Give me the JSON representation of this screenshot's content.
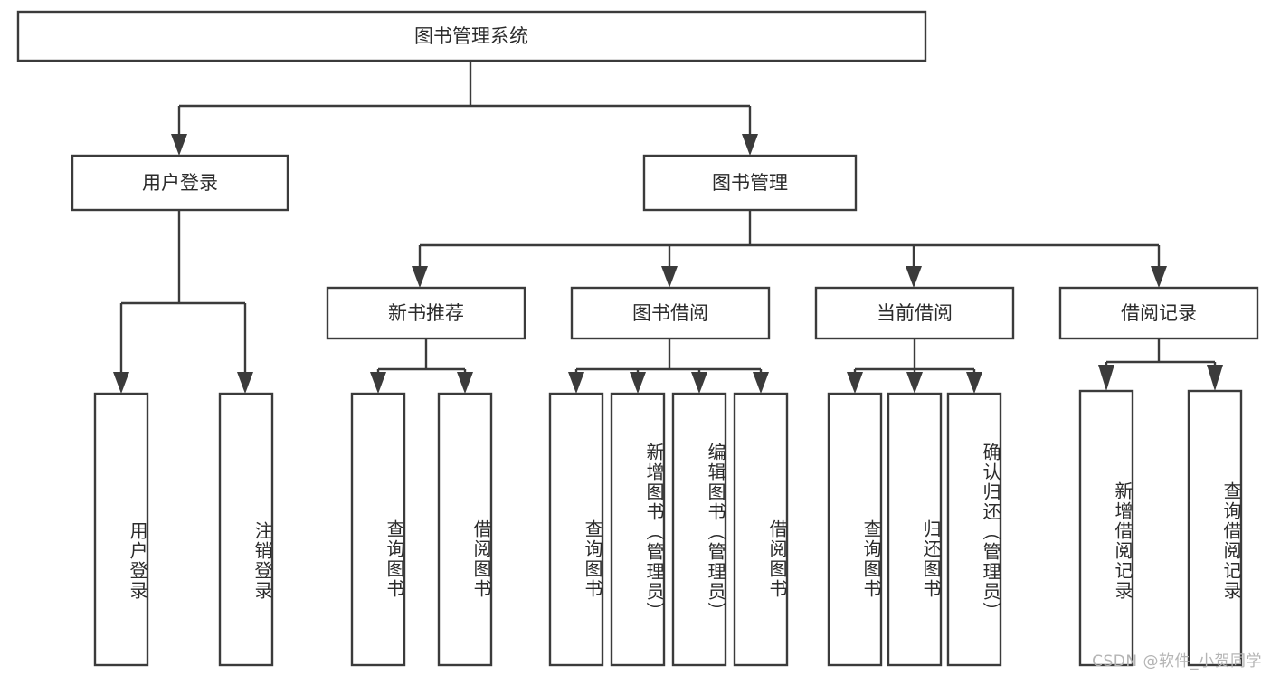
{
  "diagram": {
    "title": "图书管理系统",
    "type": "functional-structure-tree",
    "colors": {
      "stroke": "#3b3b3b",
      "fill": "#ffffff",
      "text": "#2b2b2b",
      "watermark": "#b4b4b4",
      "background": "#ffffff"
    },
    "root": {
      "id": "root",
      "label": "图书管理系统",
      "orientation": "horizontal"
    },
    "level2": [
      {
        "id": "user-login",
        "label": "用户登录",
        "orientation": "horizontal"
      },
      {
        "id": "book-manage",
        "label": "图书管理",
        "orientation": "horizontal"
      }
    ],
    "level3": [
      {
        "id": "new-book-recommend",
        "label": "新书推荐",
        "orientation": "horizontal"
      },
      {
        "id": "book-borrow",
        "label": "图书借阅",
        "orientation": "horizontal"
      },
      {
        "id": "current-borrow",
        "label": "当前借阅",
        "orientation": "horizontal"
      },
      {
        "id": "borrow-record",
        "label": "借阅记录",
        "orientation": "horizontal"
      }
    ],
    "leaves": {
      "user-login": [
        {
          "id": "leaf-user-login",
          "label": "用户登录"
        },
        {
          "id": "leaf-logout-login",
          "label": "注销登录"
        }
      ],
      "new-book-recommend": [
        {
          "id": "leaf-query-book-1",
          "label": "查询图书"
        },
        {
          "id": "leaf-borrow-book-1",
          "label": "借阅图书"
        }
      ],
      "book-borrow": [
        {
          "id": "leaf-query-book-2",
          "label": "查询图书"
        },
        {
          "id": "leaf-add-book",
          "label": "新增图书（管理员）"
        },
        {
          "id": "leaf-edit-book",
          "label": "编辑图书（管理员）"
        },
        {
          "id": "leaf-borrow-book-2",
          "label": "借阅图书"
        }
      ],
      "current-borrow": [
        {
          "id": "leaf-query-book-3",
          "label": "查询图书"
        },
        {
          "id": "leaf-return-book",
          "label": "归还图书"
        },
        {
          "id": "leaf-confirm-return",
          "label": "确认归还（管理员）"
        }
      ],
      "borrow-record": [
        {
          "id": "leaf-add-record",
          "label": "新增借阅记录"
        },
        {
          "id": "leaf-query-record",
          "label": "查询借阅记录"
        }
      ]
    },
    "watermark": "CSDN @软件_小贺同学"
  }
}
